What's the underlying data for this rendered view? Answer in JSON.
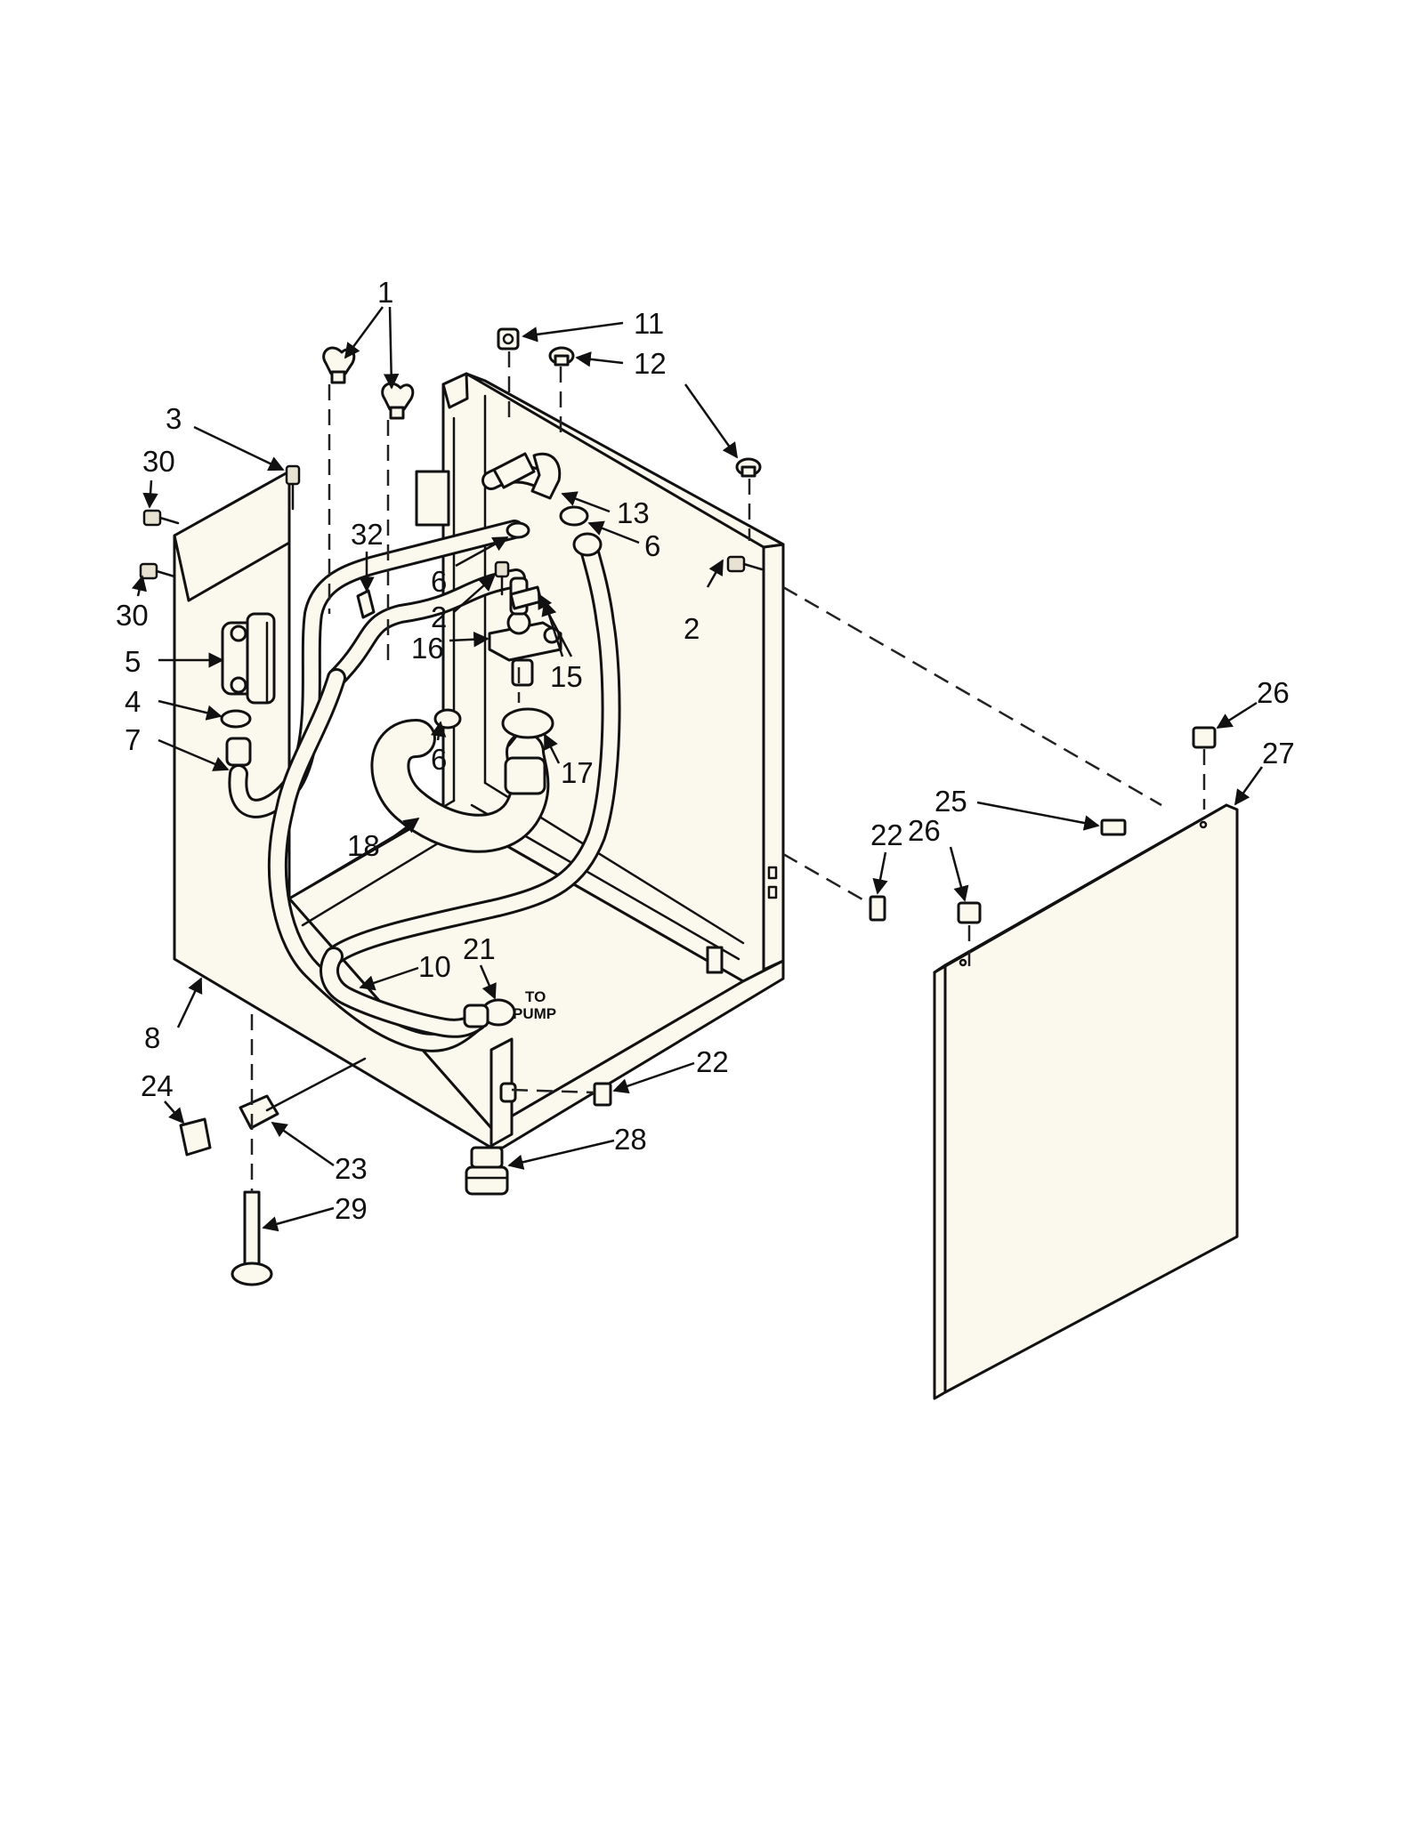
{
  "diagram": {
    "callouts": {
      "c1": "1",
      "c2a": "2",
      "c2b": "2",
      "c3": "3",
      "c4": "4",
      "c5": "5",
      "c6a": "6",
      "c6b": "6",
      "c6c": "6",
      "c7": "7",
      "c8": "8",
      "c10": "10",
      "c11": "11",
      "c12": "12",
      "c13": "13",
      "c15": "15",
      "c16": "16",
      "c17": "17",
      "c18": "18",
      "c21": "21",
      "c22a": "22",
      "c22b": "22",
      "c23": "23",
      "c24": "24",
      "c25": "25",
      "c26a": "26",
      "c26b": "26",
      "c27": "27",
      "c28": "28",
      "c29": "29",
      "c30a": "30",
      "c30b": "30",
      "c32": "32"
    },
    "note_to": "TO",
    "note_pump": "PUMP"
  }
}
